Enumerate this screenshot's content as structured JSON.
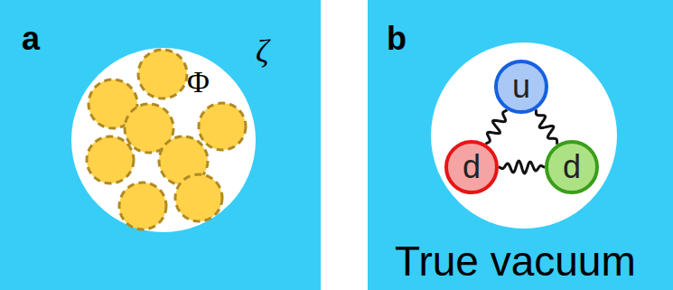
{
  "diagram": {
    "nodes": [
      {
        "text": [
          "u"
        ]
      },
      {
        "text": [
          "d"
        ]
      },
      {
        "text": [
          "d"
        ]
      }
    ],
    "edges": [
      {
        "from": 0,
        "to": 1,
        "arrow": "none"
      },
      {
        "from": 1,
        "to": 2,
        "arrow": "none"
      },
      {
        "from": 0,
        "to": 2,
        "arrow": "none"
      }
    ],
    "labels": [
      "a",
      "Φ",
      "ζ",
      "b",
      "True vacuum"
    ]
  }
}
